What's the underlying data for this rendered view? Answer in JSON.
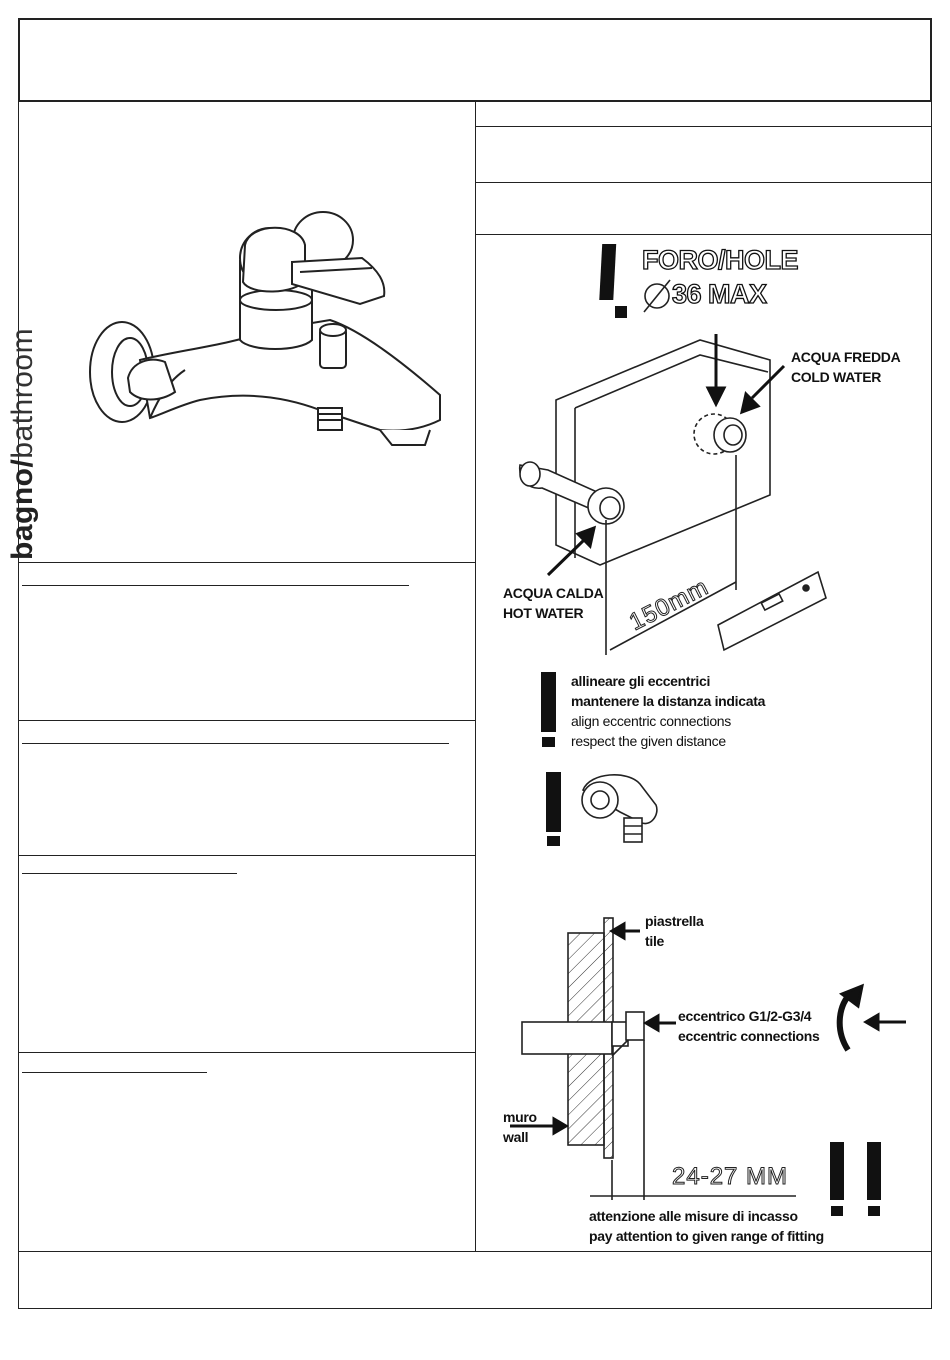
{
  "brand": {
    "bold": "bagno/",
    "light": "bathroom"
  },
  "hole": {
    "title": "FORO/HOLE",
    "diameter": "36 MAX"
  },
  "cold_water": {
    "it": "ACQUA FREDDA",
    "en": "COLD WATER"
  },
  "hot_water": {
    "it": "ACQUA CALDA",
    "en": "HOT WATER"
  },
  "distance_label": "150mm",
  "align_note": {
    "line1": "allineare gli eccentrici",
    "line2": "mantenere la distanza indicata",
    "line3": "align eccentric connections",
    "line4": "respect  the given distance"
  },
  "tile": {
    "it": "piastrella",
    "en": "tile"
  },
  "eccentric": {
    "it": "eccentrico G1/2-G3/4",
    "en": "eccentric connections"
  },
  "wall": {
    "it": "muro",
    "en": "wall"
  },
  "fitting_range": "24-27 MM",
  "fitting_note": {
    "it": "attenzione alle misure di incasso",
    "en": "pay attention to given range of fitting"
  }
}
